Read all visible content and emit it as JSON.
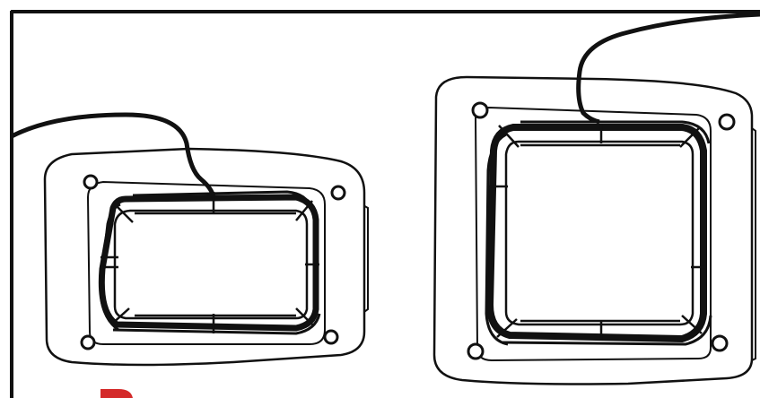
{
  "illustration": {
    "subject": "two-mounts-with-wound-cable",
    "stroke_color": "#111111",
    "fill_color": "#ffffff",
    "accent_color": "#d42a2a"
  },
  "mounts": [
    {
      "name": "small-mount"
    },
    {
      "name": "large-mount"
    }
  ]
}
